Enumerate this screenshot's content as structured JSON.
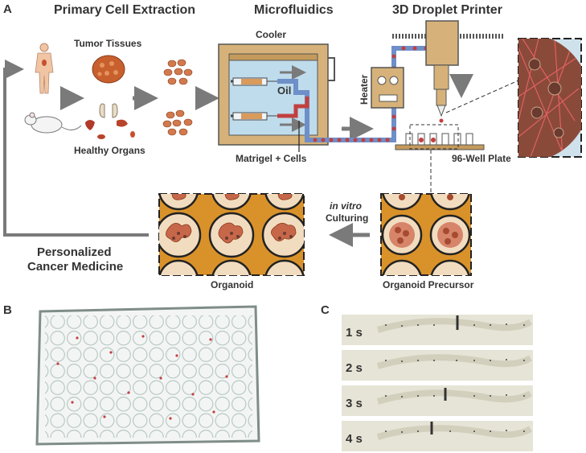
{
  "panels": {
    "a": "A",
    "b": "B",
    "c": "C"
  },
  "steps": {
    "extraction": "Primary Cell Extraction",
    "microfluidics": "Microfluidics",
    "printer": "3D Droplet Printer"
  },
  "labels": {
    "tumor": "Tumor Tissues",
    "healthy": "Healthy Organs",
    "cooler": "Cooler",
    "oil": "Oil",
    "matrigel": "Matrigel + Cells",
    "heater": "Heater",
    "plate": "96-Well Plate",
    "in_vitro": "in vitro",
    "culturing": "Culturing",
    "personalized_1": "Personalized",
    "personalized_2": "Cancer Medicine",
    "organoid": "Organoid",
    "precursor": "Organoid Precursor"
  },
  "timelapse": [
    "1 s",
    "2 s",
    "3 s",
    "4 s"
  ],
  "colors": {
    "arrow": "#7a7a7a",
    "orange": "#d9922a",
    "cell": "#c8502e",
    "water": "#bfdcec",
    "device": "#d6b27a",
    "oil_tube": "#6e8fc8"
  }
}
